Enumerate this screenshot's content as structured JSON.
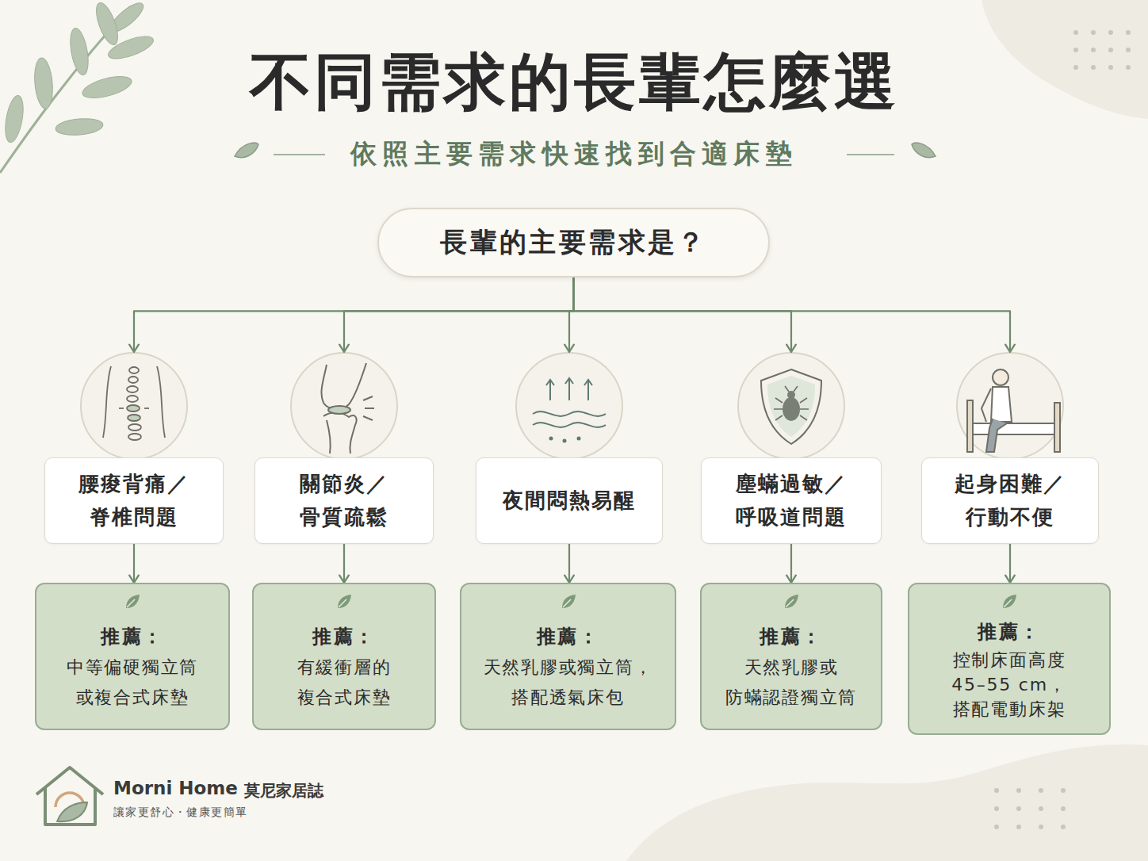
{
  "diagram": {
    "title": "不同需求的長輩怎麼選",
    "nodes": [
      {
        "text": [
          "長輩的主要需求是？"
        ]
      },
      {
        "text": [
          "腰痠背痛／ 脊椎問題"
        ]
      },
      {
        "text": [
          "關節炎／ 骨質疏鬆"
        ]
      },
      {
        "text": [
          "夜間悶熱易醒"
        ]
      },
      {
        "text": [
          "塵蟎過敏／ 呼吸道問題"
        ]
      },
      {
        "text": [
          "起身困難／ 行動不便"
        ]
      },
      {
        "text": [
          "推薦：",
          "中等偏硬獨立筒 或複合式床墊"
        ]
      },
      {
        "text": [
          "推薦：",
          "有緩衝層的 複合式床墊"
        ]
      },
      {
        "text": [
          "推薦：",
          "天然乳膠或獨立筒， 搭配透氣床包"
        ]
      },
      {
        "text": [
          "推薦：",
          "天然乳膠或 防蟎認證獨立筒"
        ]
      },
      {
        "text": [
          "推薦：",
          "控制床面高度 45–55 cm， 搭配電動床架"
        ]
      }
    ],
    "edges": [
      {
        "from": 0,
        "to": 1,
        "arrow": "to"
      },
      {
        "from": 0,
        "to": 2,
        "arrow": "to"
      },
      {
        "from": 0,
        "to": 3,
        "arrow": "to"
      },
      {
        "from": 0,
        "to": 4,
        "arrow": "to"
      },
      {
        "from": 0,
        "to": 5,
        "arrow": "to"
      },
      {
        "from": 1,
        "to": 6,
        "arrow": "to"
      },
      {
        "from": 2,
        "to": 7,
        "arrow": "to"
      },
      {
        "from": 3,
        "to": 8,
        "arrow": "to"
      },
      {
        "from": 4,
        "to": 9,
        "arrow": "to"
      },
      {
        "from": 5,
        "to": 10,
        "arrow": "to"
      }
    ],
    "labels": [
      "依照主要需求快速找到合適床墊",
      "Morni Home",
      "莫尼家居誌",
      "讓家更舒心・健康更簡單"
    ]
  }
}
